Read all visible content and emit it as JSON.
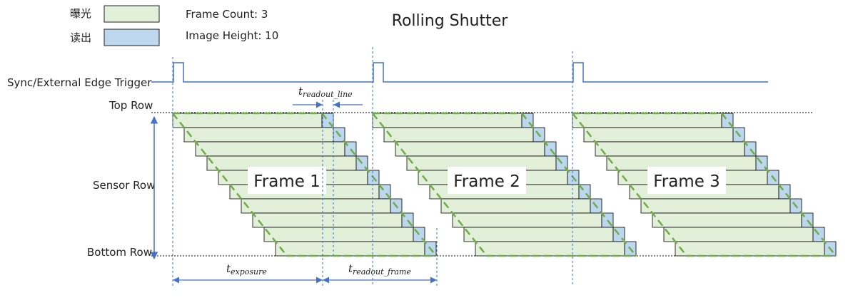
{
  "title": "Rolling Shutter",
  "legend": {
    "exposure_label": "曝光",
    "readout_label": "读出",
    "exposure_color": "#e2f0d9",
    "readout_color": "#bdd7ee",
    "frame_count": "Frame Count: 3",
    "image_height": "Image Height: 10"
  },
  "labels": {
    "trigger": "Sync/External Edge Trigger",
    "top_row": "Top Row",
    "sensor_row": "Sensor Row",
    "bottom_row": "Bottom Row"
  },
  "timing": {
    "readout_line_base": "t",
    "readout_line_sub": "readout_line",
    "exposure_base": "t",
    "exposure_sub": "exposure",
    "readout_frame_base": "t",
    "readout_frame_sub": "readout_frame"
  },
  "frames": [
    {
      "label": "Frame 1"
    },
    {
      "label": "Frame 2"
    },
    {
      "label": "Frame 3"
    }
  ],
  "rows": 10,
  "colors": {
    "line": "#4472c4",
    "border": "#000000",
    "diagonal": "#70ad47"
  }
}
